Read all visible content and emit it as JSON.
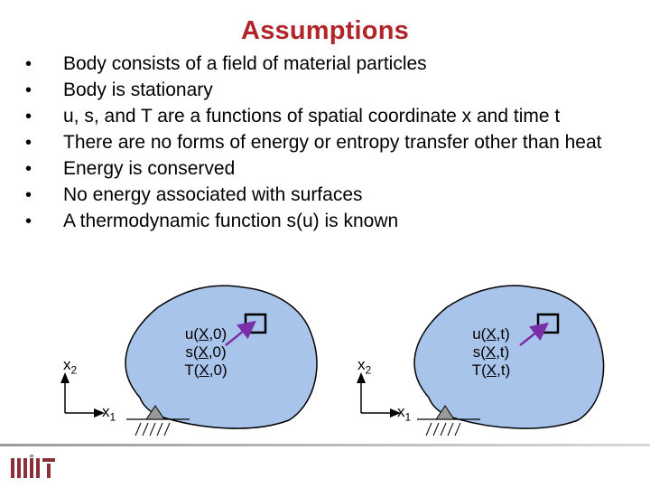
{
  "title": "Assumptions",
  "bullets": [
    "Body consists of a field of material particles",
    "Body is stationary",
    "u, s, and T are a functions of spatial coordinate x and time t",
    "There are no forms of energy or entropy transfer other than heat",
    "Energy is conserved",
    "No energy associated with surfaces",
    "A thermodynamic function s(u) is known"
  ],
  "figure_left": {
    "line1_pre": "u(",
    "line1_var": "X",
    "line1_post": ",0)",
    "line2_pre": "s(",
    "line2_var": "X",
    "line2_post": ",0)",
    "line3_pre": "T(",
    "line3_var": "X",
    "line3_post": ",0)",
    "x2": "x",
    "x2_sub": "2",
    "x1": "x",
    "x1_sub": "1"
  },
  "figure_right": {
    "line1_pre": "u(",
    "line1_var": "X",
    "line1_post": ",t)",
    "line2_pre": "s(",
    "line2_var": "X",
    "line2_post": ",t)",
    "line3_pre": "T(",
    "line3_var": "X",
    "line3_post": ",t)",
    "x2": "x",
    "x2_sub": "2",
    "x1": "x",
    "x1_sub": "1"
  },
  "colors": {
    "title": "#b0242a",
    "blob_fill": "#a8c4ea",
    "blob_stroke": "#000000",
    "arrow": "#7a2ea8",
    "logo": "#8c2f39"
  },
  "logo_name": "mit-logo"
}
